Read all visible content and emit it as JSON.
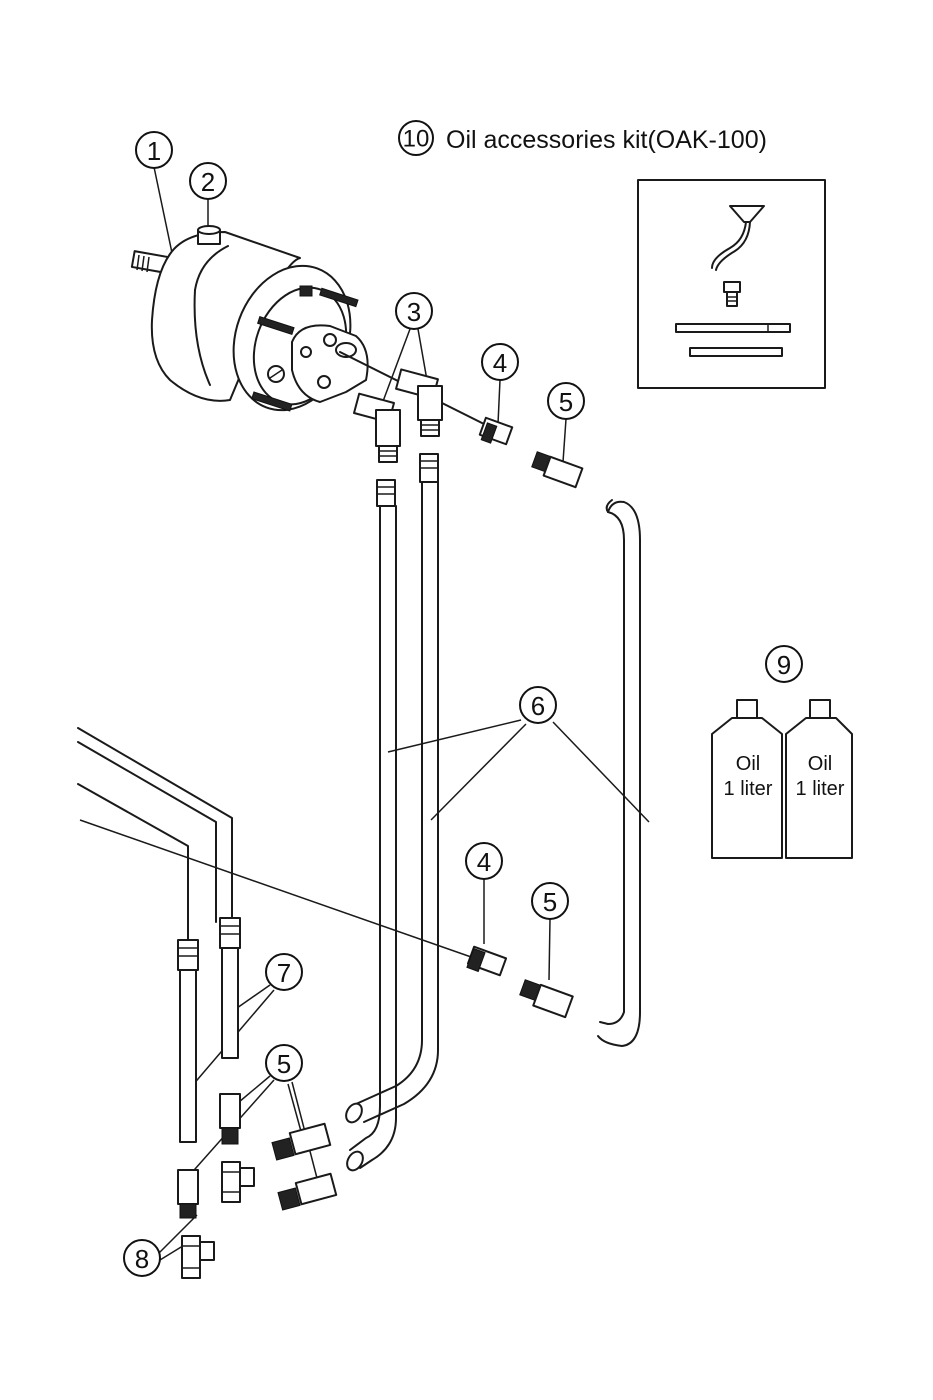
{
  "kit_title": {
    "number": "10",
    "label": "Oil accessories kit(OAK-100)"
  },
  "callouts": {
    "c1": "1",
    "c2": "2",
    "c3": "3",
    "c4a": "4",
    "c5a": "5",
    "c6": "6",
    "c4b": "4",
    "c5b": "5",
    "c7": "7",
    "c5c": "5",
    "c8": "8",
    "c9": "9"
  },
  "oil_bottles": [
    {
      "line1": "Oil",
      "line2": "1 liter"
    },
    {
      "line1": "Oil",
      "line2": "1 liter"
    }
  ]
}
